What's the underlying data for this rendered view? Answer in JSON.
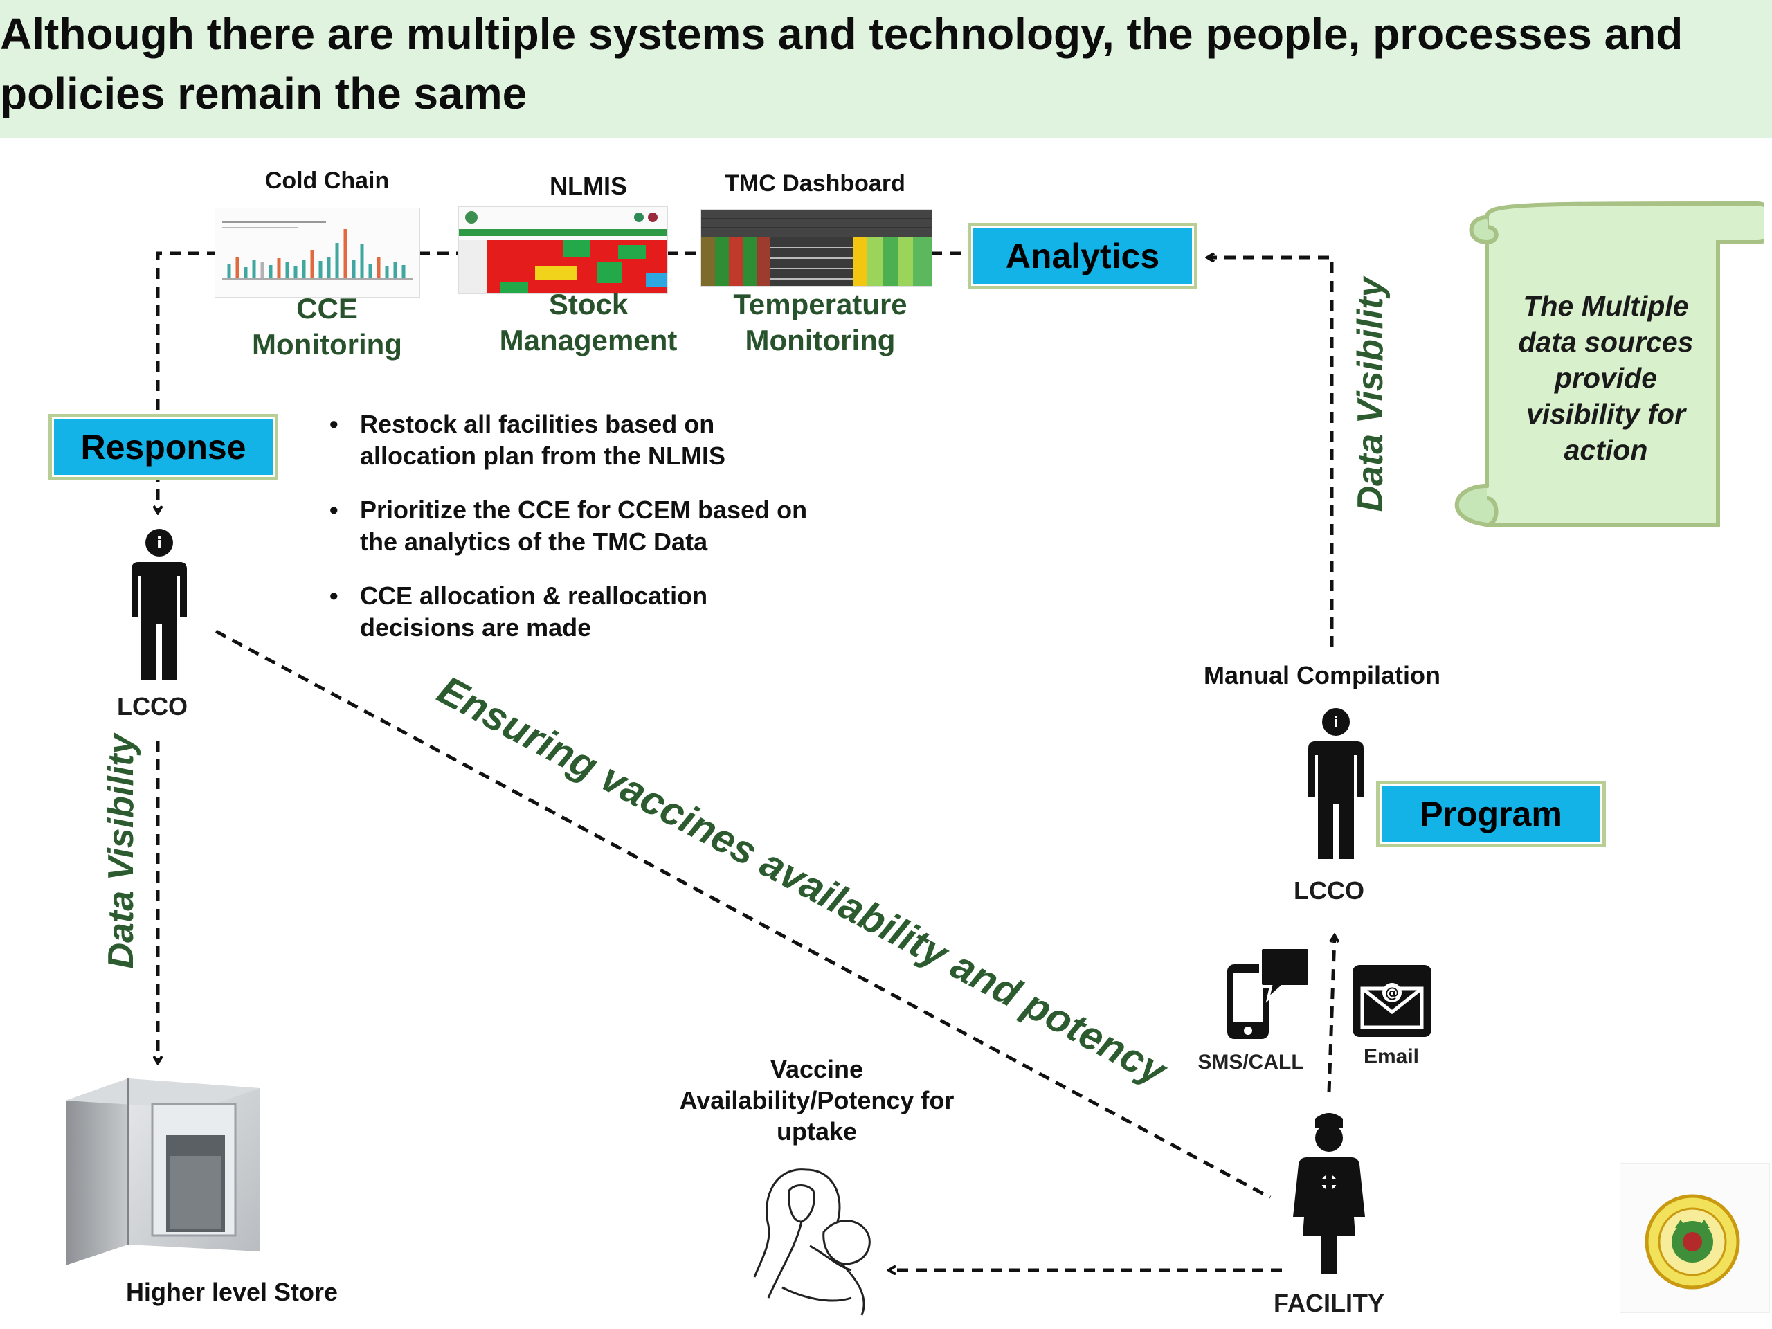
{
  "header": {
    "title": "Although there are multiple systems and technology, the people, processes and policies remain the same"
  },
  "systems": {
    "cold_chain": {
      "name": "Cold Chain",
      "caption": "CCE Monitoring"
    },
    "nlmis": {
      "name": "NLMIS",
      "caption": "Stock Management"
    },
    "tmc": {
      "name": "TMC Dashboard",
      "caption": "Temperature Monitoring"
    }
  },
  "boxes": {
    "analytics": "Analytics",
    "response": "Response",
    "program": "Program"
  },
  "bullets": [
    "Restock all facilities based on allocation plan from the NLMIS",
    "Prioritize the CCE for CCEM based on the analytics of the TMC Data",
    "CCE allocation & reallocation decisions are made"
  ],
  "scroll": {
    "text": "The Multiple data sources provide visibility for action"
  },
  "labels": {
    "data_visibility_left": "Data Visibility",
    "data_visibility_right": "Data Visibility",
    "diagonal": "Ensuring vaccines availability and potency",
    "lcco_left": "LCCO",
    "lcco_right": "LCCO",
    "manual_compilation": "Manual Compilation",
    "sms_call": "SMS/CALL",
    "email": "Email",
    "facility": "FACILITY",
    "higher_store": "Higher level Store",
    "vaccine_uptake": "Vaccine Availability/Potency for uptake"
  },
  "colors": {
    "header_band": "#dff3df",
    "box_fill": "#13b3e8",
    "box_border": "#b7cf95",
    "green_text": "#27522b",
    "scroll_fill": "#d8f0cc",
    "scroll_border": "#a8c184"
  }
}
